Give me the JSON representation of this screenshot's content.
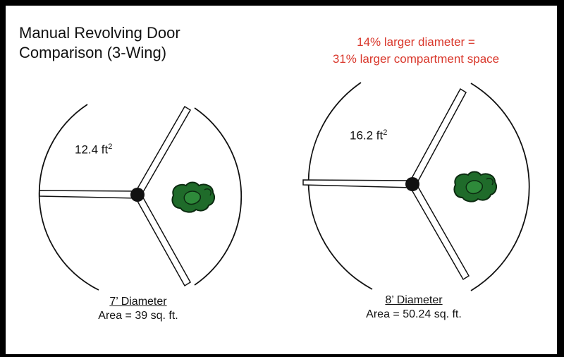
{
  "title": {
    "line1": "Manual Revolving Door",
    "line2": "Comparison (3-Wing)"
  },
  "callout": {
    "line1": "14% larger diameter =",
    "line2": "31% larger compartment space",
    "color": "#d9372b"
  },
  "doors": [
    {
      "area_value": "12.4 ft",
      "area_exp": "2",
      "diameter_label": "7’ Diameter",
      "area_label": "Area = 39 sq. ft."
    },
    {
      "area_value": "16.2 ft",
      "area_exp": "2",
      "diameter_label": "8’ Diameter",
      "area_label": "Area = 50.24 sq. ft."
    }
  ],
  "colors": {
    "person_fill": "#1f6b2a",
    "person_stroke": "#0b2a10",
    "hub": "#111111"
  },
  "icons": [
    "person-topdown-icon"
  ]
}
